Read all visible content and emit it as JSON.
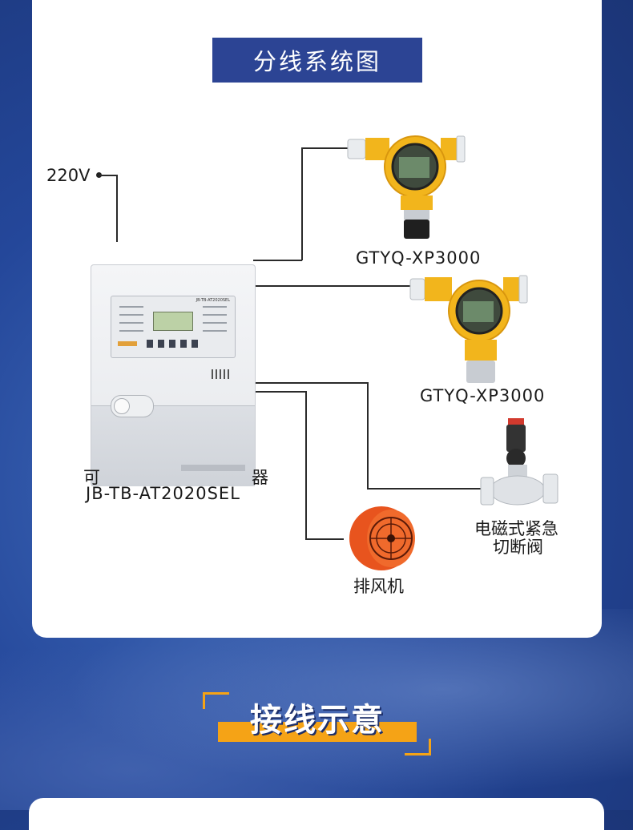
{
  "diagram": {
    "title": "分线系统图",
    "power_label": "220V",
    "controller": {
      "name_partial_left": "可",
      "name_partial_right": "器",
      "model": "JB-TB-AT2020SEL",
      "panel_model_text": "JB-TB-AT2020SEL"
    },
    "detectors": [
      {
        "model": "GTYQ-XP3000"
      },
      {
        "model": "GTYQ-XP3000"
      }
    ],
    "valve": {
      "label_line1": "电磁式紧急",
      "label_line2": "切断阀"
    },
    "fan": {
      "label": "排风机"
    },
    "colors": {
      "title_bg": "#2c4494",
      "detector_yellow": "#f2b51c",
      "accent_orange": "#f5a316",
      "fan_orange": "#e8541e"
    }
  },
  "section": {
    "title": "接线示意"
  }
}
